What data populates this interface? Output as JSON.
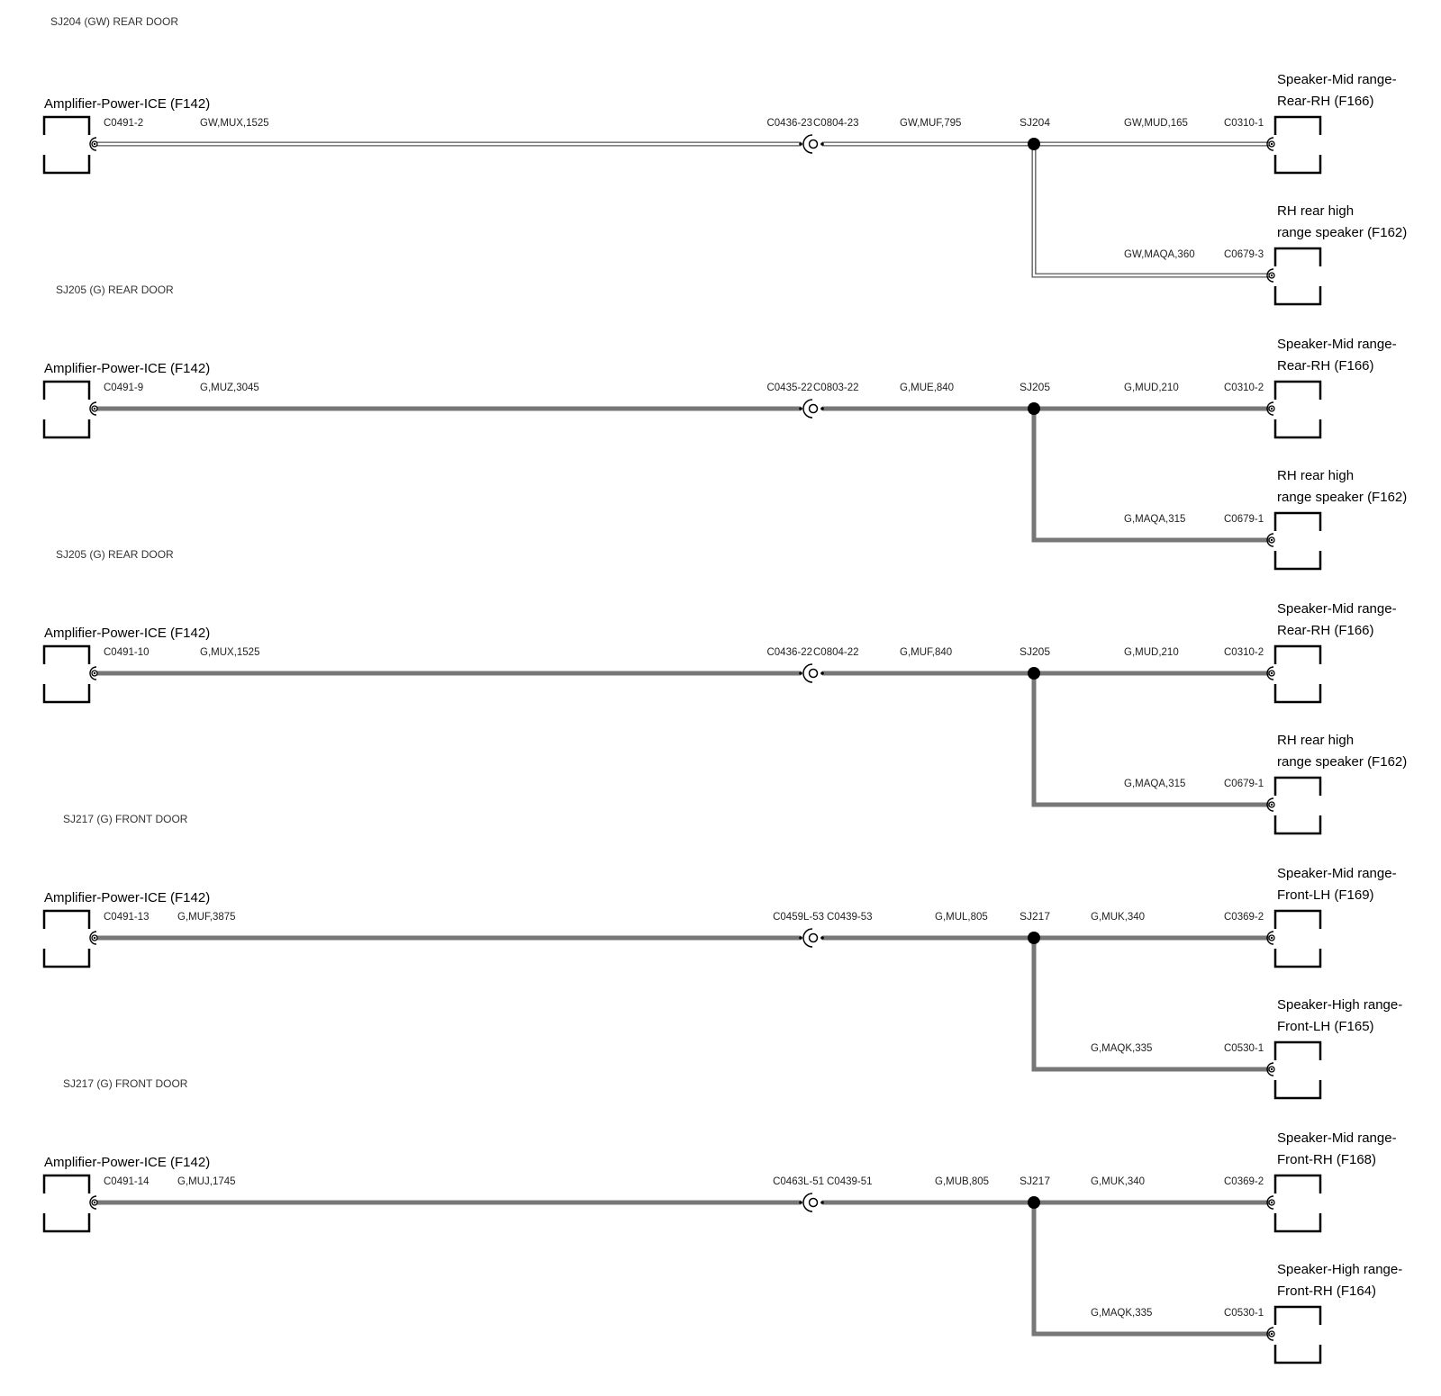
{
  "sections": [
    {
      "title": "SJ204 (GW) REAR DOOR",
      "wire": "double",
      "source": {
        "name": "Amplifier-Power-ICE (F142)",
        "pin": "C0491-2",
        "wire_spec": "GW,MUX,1525"
      },
      "inline_connector": {
        "left": "C0436-23",
        "right": "C0804-23"
      },
      "mid_wire_spec": "GW,MUF,795",
      "splice": "SJ204",
      "branches": [
        {
          "name_line1": "Speaker-Mid range-",
          "name_line2": "Rear-RH (F166)",
          "wire_spec": "GW,MUD,165",
          "pin": "C0310-1"
        },
        {
          "name_line1": "RH rear high",
          "name_line2": "range speaker (F162)",
          "wire_spec": "GW,MAQA,360",
          "pin": "C0679-3"
        }
      ]
    },
    {
      "title": "SJ205 (G) REAR DOOR",
      "wire": "thick",
      "source": {
        "name": "Amplifier-Power-ICE (F142)",
        "pin": "C0491-9",
        "wire_spec": "G,MUZ,3045"
      },
      "inline_connector": {
        "left": "C0435-22",
        "right": "C0803-22"
      },
      "mid_wire_spec": "G,MUE,840",
      "splice": "SJ205",
      "branches": [
        {
          "name_line1": "Speaker-Mid range-",
          "name_line2": "Rear-RH (F166)",
          "wire_spec": "G,MUD,210",
          "pin": "C0310-2"
        },
        {
          "name_line1": "RH rear high",
          "name_line2": "range speaker (F162)",
          "wire_spec": "G,MAQA,315",
          "pin": "C0679-1"
        }
      ]
    },
    {
      "title": "SJ205 (G) REAR DOOR",
      "wire": "thick",
      "source": {
        "name": "Amplifier-Power-ICE (F142)",
        "pin": "C0491-10",
        "wire_spec": "G,MUX,1525"
      },
      "inline_connector": {
        "left": "C0436-22",
        "right": "C0804-22"
      },
      "mid_wire_spec": "G,MUF,840",
      "splice": "SJ205",
      "branches": [
        {
          "name_line1": "Speaker-Mid range-",
          "name_line2": "Rear-RH (F166)",
          "wire_spec": "G,MUD,210",
          "pin": "C0310-2"
        },
        {
          "name_line1": "RH rear high",
          "name_line2": "range speaker (F162)",
          "wire_spec": "G,MAQA,315",
          "pin": "C0679-1"
        }
      ]
    },
    {
      "title": "SJ217 (G) FRONT DOOR",
      "wire": "thick",
      "source": {
        "name": "Amplifier-Power-ICE (F142)",
        "pin": "C0491-13",
        "wire_spec": "G,MUF,3875"
      },
      "inline_connector": {
        "left": "C0459L-53",
        "right": "C0439-53"
      },
      "mid_wire_spec": "G,MUL,805",
      "splice": "SJ217",
      "branches": [
        {
          "name_line1": "Speaker-Mid range-",
          "name_line2": "Front-LH (F169)",
          "wire_spec": "G,MUK,340",
          "pin": "C0369-2"
        },
        {
          "name_line1": "Speaker-High range-",
          "name_line2": "Front-LH (F165)",
          "wire_spec": "G,MAQK,335",
          "pin": "C0530-1"
        }
      ]
    },
    {
      "title": "SJ217 (G) FRONT DOOR",
      "wire": "thick",
      "source": {
        "name": "Amplifier-Power-ICE (F142)",
        "pin": "C0491-14",
        "wire_spec": "G,MUJ,1745"
      },
      "inline_connector": {
        "left": "C0463L-51",
        "right": "C0439-51"
      },
      "mid_wire_spec": "G,MUB,805",
      "splice": "SJ217",
      "branches": [
        {
          "name_line1": "Speaker-Mid range-",
          "name_line2": "Front-RH (F168)",
          "wire_spec": "G,MUK,340",
          "pin": "C0369-2"
        },
        {
          "name_line1": "Speaker-High range-",
          "name_line2": "Front-RH (F164)",
          "wire_spec": "G,MAQK,335",
          "pin": "C0530-1"
        }
      ]
    }
  ],
  "colors": {
    "wire": "#777777",
    "line": "#000000",
    "background": "#ffffff"
  }
}
